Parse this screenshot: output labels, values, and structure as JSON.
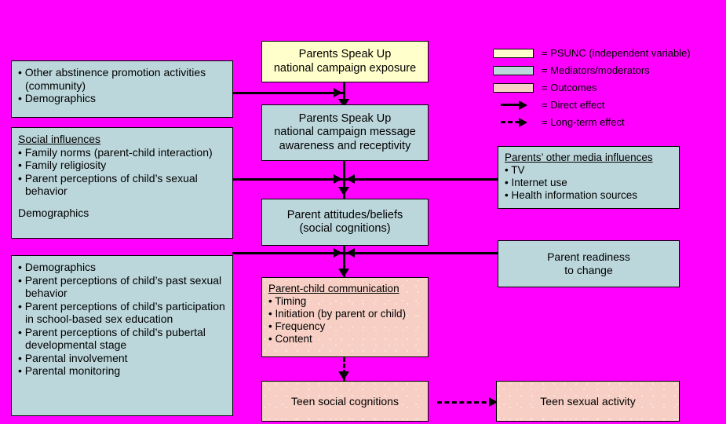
{
  "diagram": {
    "title": "Parents Speak Up conceptual model",
    "background_color": "#FF00FF",
    "colors": {
      "independent_variable": "#FFFFCC",
      "mediators_moderators": "#BCD7DC",
      "outcomes": "#F7CFC4",
      "line": "#000000"
    }
  },
  "boxes": {
    "psunc_exposure": {
      "line1": "Parents Speak Up",
      "line2": "national campaign exposure"
    },
    "psunc_awareness": {
      "line1": "Parents Speak Up",
      "line2": "national campaign message",
      "line3": "awareness and receptivity"
    },
    "parent_attitudes": {
      "line1": "Parent attitudes/beliefs",
      "line2": "(social cognitions)"
    },
    "parent_child_communication": {
      "heading": "Parent-child communication",
      "items": [
        "Timing",
        "Initiation (by parent or child)",
        "Frequency",
        "Content"
      ]
    },
    "teen_social_cognitions": {
      "label": "Teen social cognitions"
    },
    "teen_sexual_activity": {
      "label": "Teen sexual activity"
    },
    "other_abstinence": {
      "items": [
        "Other abstinence promotion activities (community)",
        "Demographics"
      ]
    },
    "social_influences": {
      "heading": "Social influences",
      "items": [
        "Family norms (parent-child interaction)",
        "Family religiosity",
        "Parent perceptions of child’s sexual behavior"
      ],
      "footer": "Demographics"
    },
    "parent_covariates": {
      "items": [
        "Demographics",
        "Parent perceptions of child’s past sexual behavior",
        "Parent perceptions of child’s participation in school-based sex education",
        "Parent perceptions of child’s pubertal developmental stage",
        "Parental involvement",
        "Parental monitoring"
      ]
    },
    "parents_other_media": {
      "heading": "Parents’ other media influences",
      "items": [
        "TV",
        "Internet use",
        "Health information sources"
      ]
    },
    "parent_readiness": {
      "line1": "Parent readiness",
      "line2": "to change"
    }
  },
  "legend": {
    "items": [
      {
        "key": "swatch-yellow",
        "label": "= PSUNC (independent variable)"
      },
      {
        "key": "swatch-blue",
        "label": "= Mediators/moderators"
      },
      {
        "key": "swatch-pink",
        "label": "= Outcomes"
      },
      {
        "key": "arrow-solid",
        "label": "= Direct effect"
      },
      {
        "key": "arrow-dashed",
        "label": "= Long-term effect"
      }
    ]
  }
}
